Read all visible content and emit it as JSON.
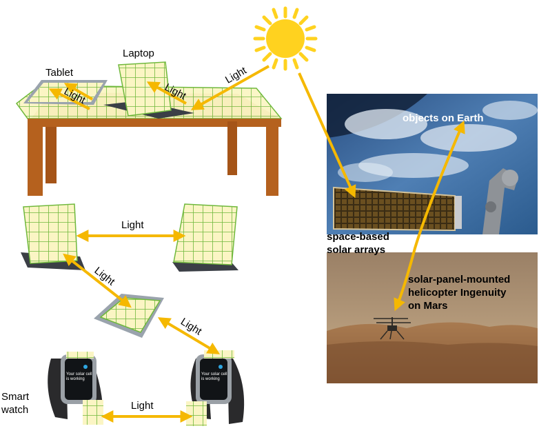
{
  "labels": {
    "tablet": "Tablet",
    "laptop": "Laptop",
    "smart_watch_line1": "Smart",
    "smart_watch_line2": "watch",
    "objects_on_earth": "objects on Earth",
    "space_based_line1": "space-based",
    "space_based_line2": "solar arrays",
    "ingenuity_line1": "solar-panel-mounted",
    "ingenuity_line2": "helicopter Ingenuity",
    "ingenuity_line3": "on Mars"
  },
  "arrow_labels": {
    "sun_to_laptop": "Light",
    "laptop_panel": "Light",
    "tablet_panel": "Light",
    "laptop_to_laptop": "Light",
    "laptop_to_tablet": "Light",
    "tablet_to_watch": "Light",
    "watch_to_watch": "Light"
  },
  "watch_screen": {
    "line1": "Your solar cell",
    "line2": "is working"
  },
  "colors": {
    "arrow": "#f5b800",
    "panel_fill": "#fbf5c4",
    "panel_grid": "#6fb83c",
    "sun": "#ffd21f",
    "table_top": "#c8762a",
    "table_legs": "#b5611e",
    "space_bg": "#3d6a9c",
    "mars_sky": "#b89a76",
    "mars_ground": "#9c6f48"
  }
}
